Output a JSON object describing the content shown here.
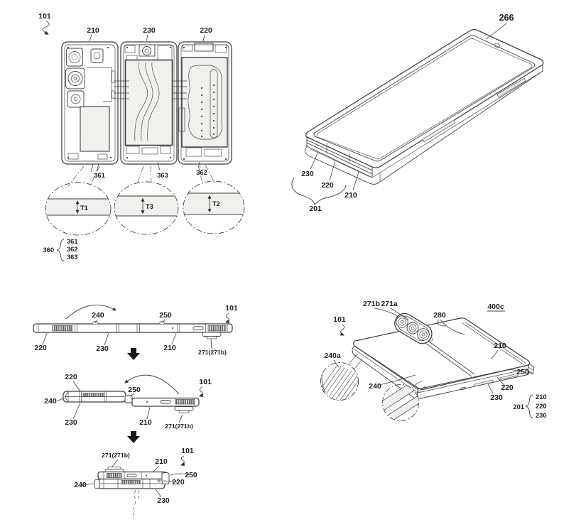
{
  "sheet": {
    "background": "#ffffff",
    "ink": "#3f3f3f"
  },
  "fig_exploded": {
    "ref": "101",
    "panel1": "210",
    "panel2": "230",
    "panel3": "220",
    "lead1": "361",
    "lead2": "363",
    "lead3": "362",
    "t1": "T1",
    "t2": "T3",
    "t3": "T2",
    "group_label": "360",
    "g1": "361",
    "g2": "362",
    "g3": "363"
  },
  "fig_folded": {
    "ref": "266",
    "e1": "230",
    "e2": "220",
    "e3": "210",
    "group_label": "201"
  },
  "fig_seq": {
    "s1": {
      "hingeA": "240",
      "hingeB": "250",
      "ref": "101",
      "p220": "220",
      "p230": "230",
      "p210": "210",
      "cam": "271(271b)"
    },
    "s2": {
      "p220": "220",
      "hingeA": "240",
      "p230": "230",
      "hingeB": "250",
      "p210": "210",
      "ref": "101",
      "cam": "271(271b)"
    },
    "s3": {
      "cam": "271(271b)",
      "ref": "101",
      "p210": "210",
      "hingeB": "250",
      "p220": "220",
      "hingeA": "240",
      "p230": "230"
    }
  },
  "fig_open": {
    "fig_no": "400c",
    "cam_b": "271b",
    "cam_a": "271a",
    "rail": "280",
    "ref": "101",
    "hinge_detail": "240a",
    "hinge": "240",
    "p210": "210",
    "cap250": "250",
    "p220": "220",
    "p230": "230",
    "group_label": "201",
    "g1": "210",
    "g2": "220",
    "g3": "230"
  }
}
